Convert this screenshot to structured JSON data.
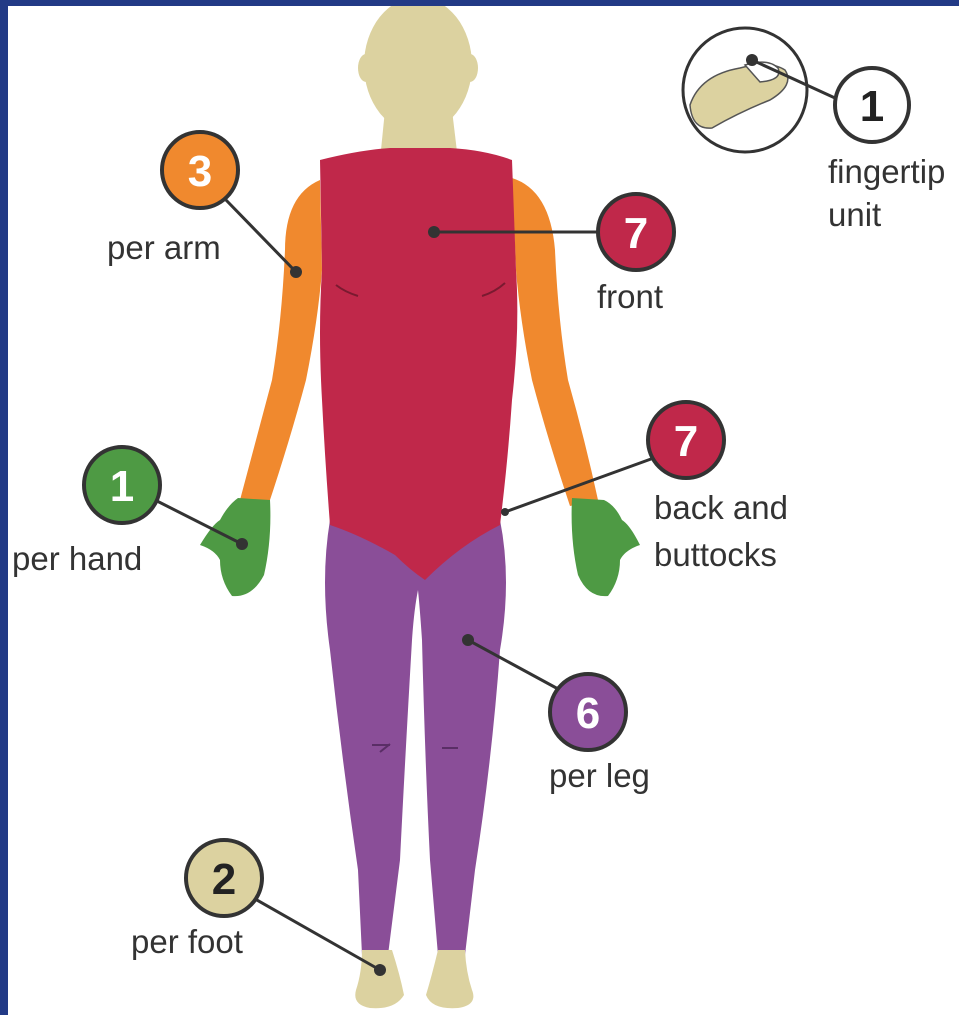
{
  "colors": {
    "frame": "#223a86",
    "skin": "#dcd2a0",
    "arm": "#f0892e",
    "torso": "#c0284a",
    "hand": "#4e9a44",
    "leg": "#8a4e98",
    "foot_badge": "#dcd2a0",
    "unit_badge": "#ffffff"
  },
  "units": {
    "fingertip": {
      "value": "1",
      "label_line1": "fingertip",
      "label_line2": "unit"
    },
    "arm": {
      "value": "3",
      "label": "per arm"
    },
    "front": {
      "value": "7",
      "label": "front"
    },
    "hand": {
      "value": "1",
      "label": "per hand"
    },
    "back": {
      "value": "7",
      "label_line1": "back and",
      "label_line2": "buttocks"
    },
    "leg": {
      "value": "6",
      "label": "per leg"
    },
    "foot": {
      "value": "2",
      "label": "per foot"
    }
  }
}
